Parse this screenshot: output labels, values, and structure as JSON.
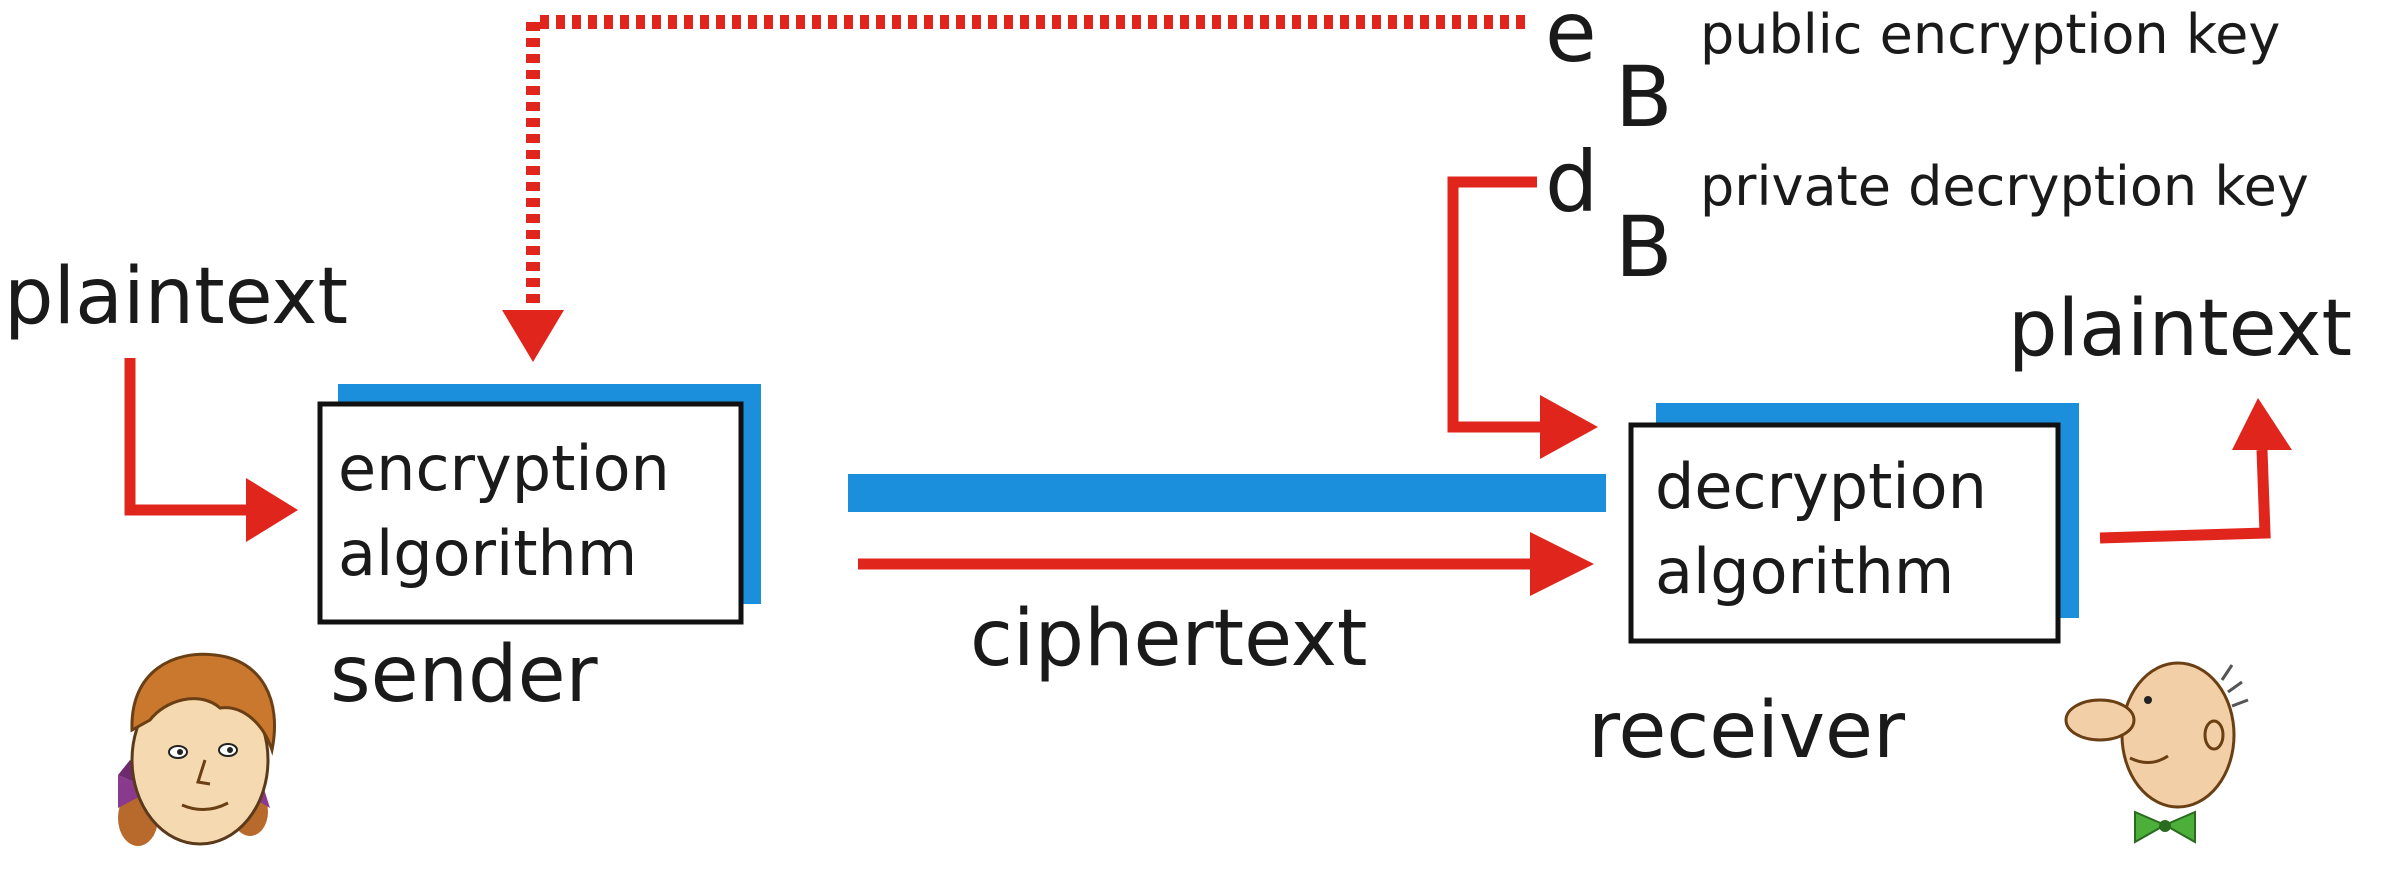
{
  "diagram": {
    "sender_input_label": "plaintext",
    "receiver_output_label": "plaintext",
    "encryption_box": {
      "line1": "encryption",
      "line2": "algorithm"
    },
    "decryption_box": {
      "line1": "decryption",
      "line2": "algorithm"
    },
    "sender_label": "sender",
    "receiver_label": "receiver",
    "channel_label": "ciphertext",
    "public_key": {
      "symbol": "e",
      "subscript": "B",
      "description": "public encryption key"
    },
    "private_key": {
      "symbol": "d",
      "subscript": "B",
      "description": "private decryption key"
    }
  },
  "colors": {
    "arrow": "#e0251c",
    "channel": "#1b8fdc",
    "box_border": "#111111",
    "text": "#1a1a1a"
  },
  "icons": {
    "sender_avatar": "cartoon-woman-face-icon",
    "receiver_avatar": "cartoon-bald-man-face-icon"
  }
}
